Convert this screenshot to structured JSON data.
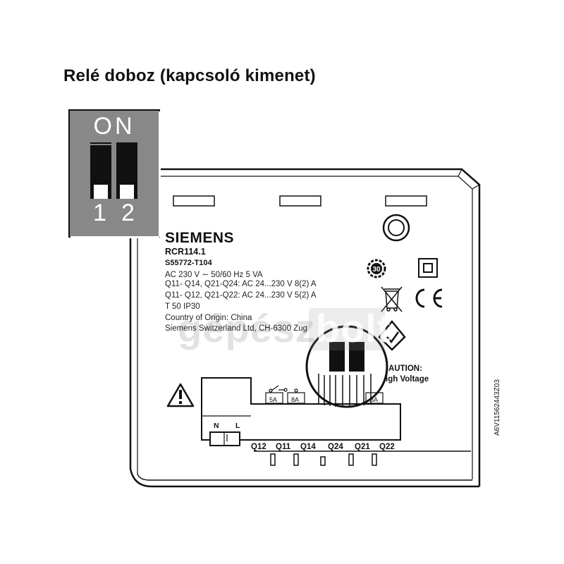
{
  "title": "Relé doboz (kapcsoló kimenet)",
  "dip_switch": {
    "on_label": "ON",
    "switch_1": "1",
    "switch_2": "2"
  },
  "label": {
    "brand": "SIEMENS",
    "model": "RCR114.1",
    "part_number": "S55772-T104",
    "specs": [
      "AC 230 V ∼  50/60 Hz  5 VA",
      "Q11- Q14, Q21-Q24: AC 24...230 V 8(2) A",
      "Q11- Q12, Q21-Q22: AC 24...230 V 5(2) A",
      "T 50  IP30",
      "Country of Origin: China",
      "Siemens Switzerland Ltd, CH-6300 Zug"
    ]
  },
  "warning": {
    "caution": "AUTION:",
    "high_voltage": "igh Voltage"
  },
  "certification": {
    "eup_mark": "30"
  },
  "terminals": {
    "power": [
      "N",
      "L"
    ],
    "fuses": [
      "5A",
      "8A",
      "5A"
    ],
    "outputs": [
      "Q12",
      "Q11",
      "Q14",
      "Q24",
      "Q21",
      "Q22"
    ]
  },
  "document_id": "A6V11562443Z03",
  "watermark": {
    "text_left": "gépész",
    "text_right": "bolt"
  }
}
